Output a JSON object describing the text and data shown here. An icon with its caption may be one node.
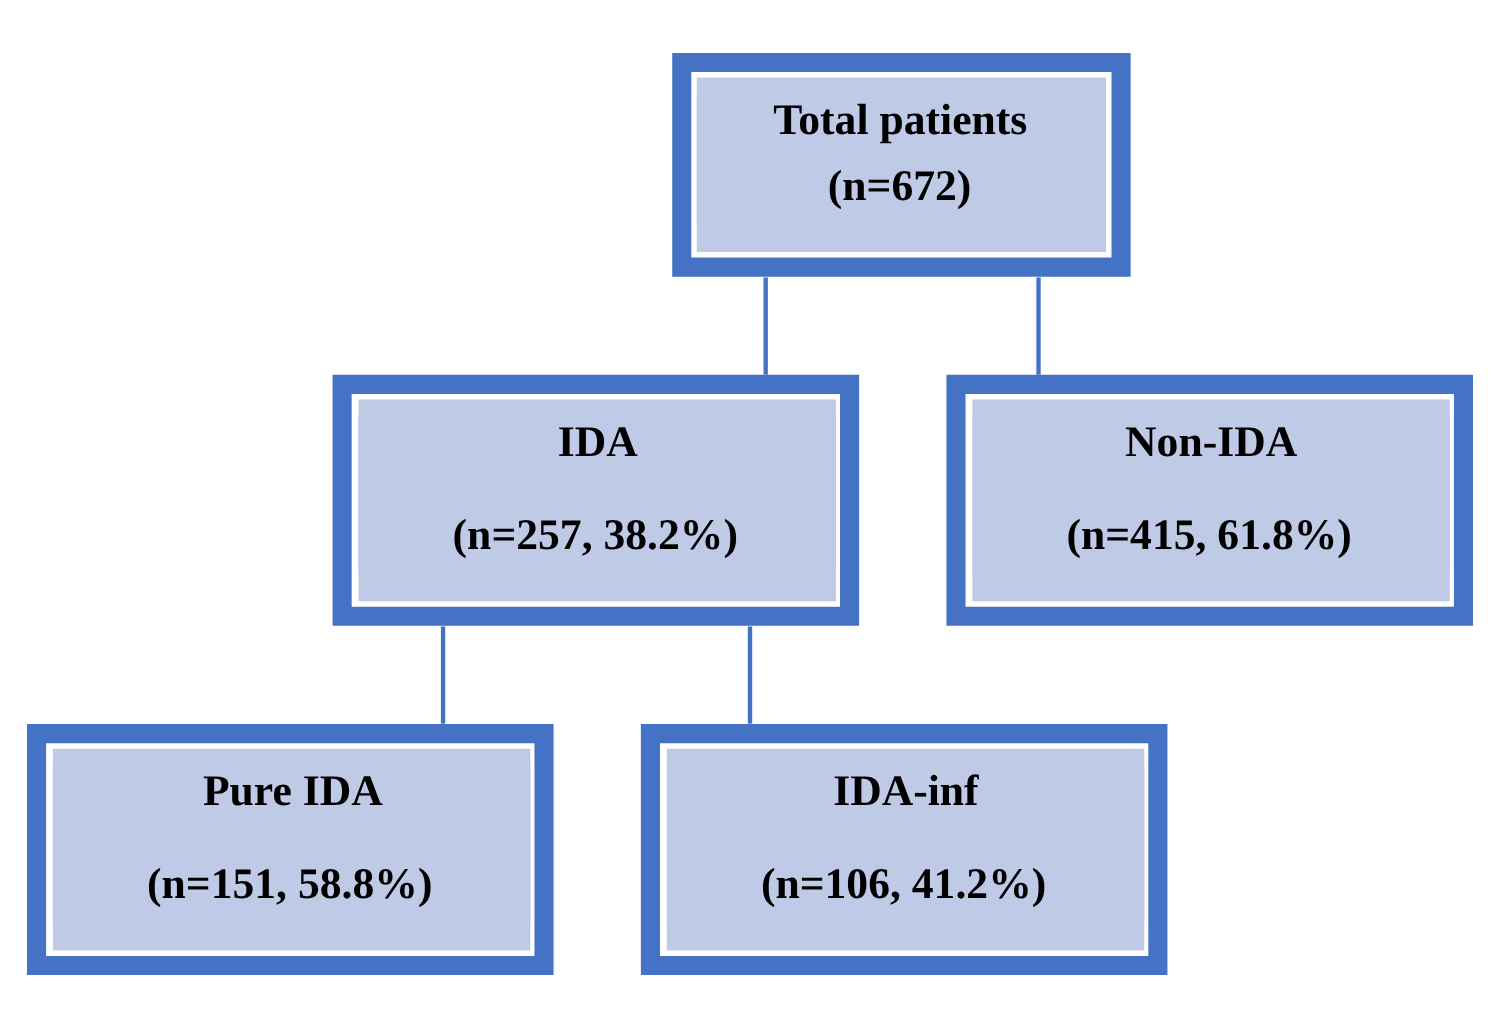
{
  "diagram": {
    "nodes": [
      {
        "text": [
          "Total patients",
          "(n=672)"
        ]
      },
      {
        "text": [
          "IDA",
          "(n=257, 38.2%)"
        ]
      },
      {
        "text": [
          "Non-IDA",
          "(n=415, 61.8%)"
        ]
      },
      {
        "text": [
          "Pure IDA",
          "(n=151, 58.8%)"
        ]
      },
      {
        "text": [
          "IDA-inf",
          "(n=106, 41.2%)"
        ]
      }
    ],
    "edges": [
      {
        "from": 0,
        "to": 1,
        "arrow": "none"
      },
      {
        "from": 0,
        "to": 2,
        "arrow": "none"
      },
      {
        "from": 1,
        "to": 3,
        "arrow": "none"
      },
      {
        "from": 1,
        "to": 4,
        "arrow": "none"
      }
    ]
  }
}
